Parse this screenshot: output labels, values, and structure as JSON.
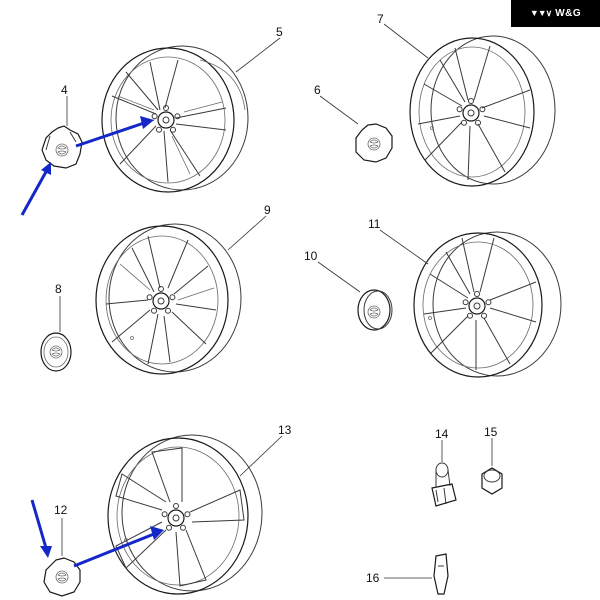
{
  "brand": {
    "logo_text": "W&G",
    "logo_icon": "wings-logo-icon"
  },
  "callouts": {
    "c4": "4",
    "c5": "5",
    "c6": "6",
    "c7": "7",
    "c8": "8",
    "c9": "9",
    "c10": "10",
    "c11": "11",
    "c12": "12",
    "c13": "13",
    "c14": "14",
    "c15": "15",
    "c16": "16"
  },
  "colors": {
    "arrow": "#1428c8",
    "line": "#3a3a3a",
    "brand_bg": "#000000"
  }
}
